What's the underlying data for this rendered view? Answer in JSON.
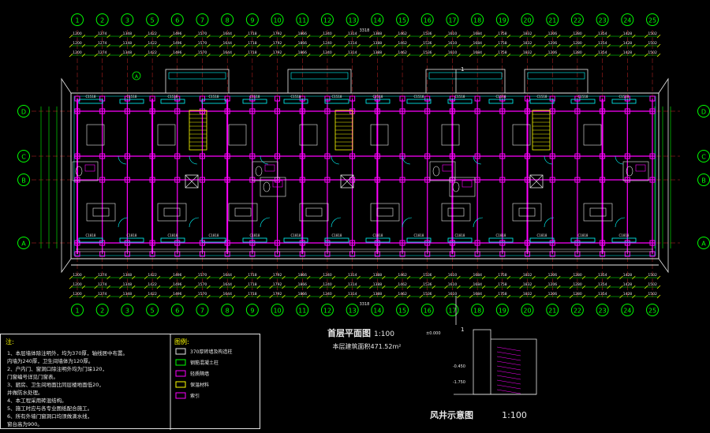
{
  "drawing": {
    "axis_labels": [
      "1",
      "2",
      "3",
      "5",
      "6",
      "7",
      "8",
      "9",
      "10",
      "11",
      "12",
      "13",
      "14",
      "15",
      "16",
      "17",
      "18",
      "19",
      "20",
      "21",
      "22",
      "23",
      "24",
      "25"
    ],
    "row_labels": [
      "D",
      "C",
      "B",
      "A"
    ],
    "overall_dim": "3318",
    "plan_title": "首层平面图",
    "plan_scale": "1:100",
    "area_note": "本层建筑面积471.52m²",
    "level_mark": "±0.000",
    "shaft_title": "风井示意图",
    "shaft_scale": "1:100",
    "shaft_level": "-0.450",
    "shaft_level_low": "-1.750",
    "cut_label": "1",
    "small_label": "A"
  },
  "notes": {
    "heading": "注:",
    "lines": [
      "1、本层墙体除注明外，均为370厚，轴线居中布置。",
      "   内墙为240厚，卫生间墙体为120厚。",
      "2、户内门、窗洞口除注明外均为门垛120，",
      "   门窗编号详见门窗表。",
      "3、厨房、卫生间地面比同层楼地面低20，",
      "   并做防水处理。",
      "4、本工程采用砖混结构。",
      "5、施工时应与各专业图纸配合施工。",
      "6、所有外墙门窗洞口均须做滴水线，",
      "   窗台高为900。"
    ]
  },
  "legend": {
    "heading": "图例:",
    "items": [
      "370厚砖墙及构造柱",
      "钢筋混凝土柱",
      "轻质隔墙",
      "保温材料",
      "索引"
    ]
  },
  "colors": {
    "wall": "#ff00ff",
    "line": "#e8e8e8",
    "cyan": "#00ffff",
    "green": "#00ff00",
    "yellow": "#ffff00",
    "red": "#ff3030",
    "blue": "#3060ff"
  }
}
